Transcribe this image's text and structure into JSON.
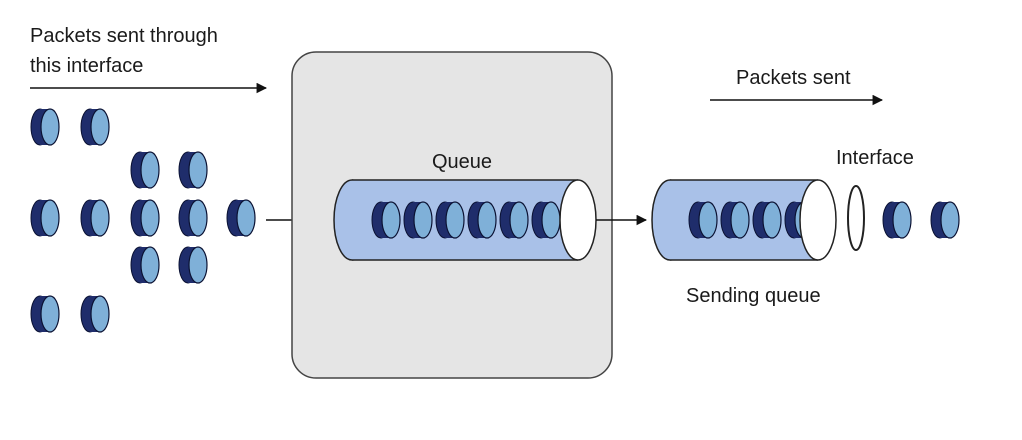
{
  "labels": {
    "incoming_line1": "Packets sent through",
    "incoming_line2": "this interface",
    "queue": "Queue",
    "packets_sent": "Packets sent",
    "interface": "Interface",
    "sending_queue": "Sending queue"
  },
  "colors": {
    "packet_dark": "#1f2d6b",
    "packet_light": "#7fb0d8",
    "queue_tube": "#a9c1e8",
    "queue_box": "#e5e5e5"
  }
}
